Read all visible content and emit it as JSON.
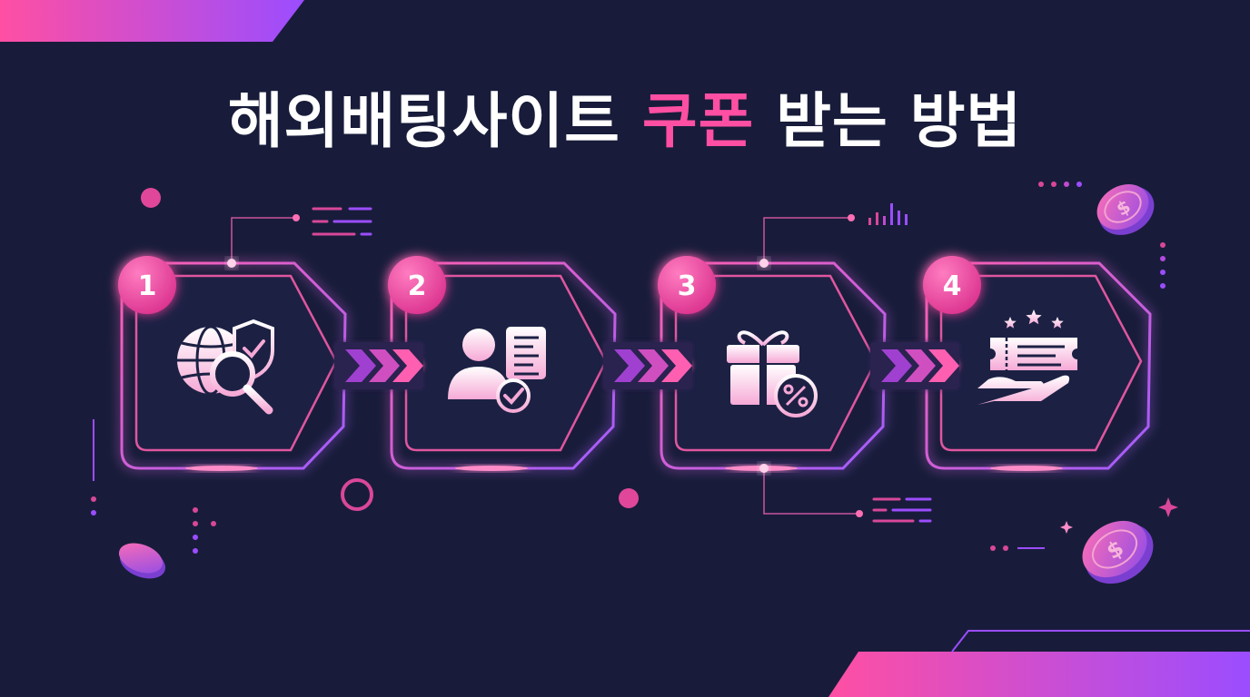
{
  "title": {
    "part1": "해외배팅사이트",
    "highlight": "쿠폰",
    "part2": "받는 방법"
  },
  "steps": [
    {
      "number": "1",
      "icon": "globe-search-shield-icon"
    },
    {
      "number": "2",
      "icon": "user-document-check-icon"
    },
    {
      "number": "3",
      "icon": "gift-percent-icon"
    },
    {
      "number": "4",
      "icon": "ticket-hand-stars-icon"
    }
  ],
  "colors": {
    "background": "#181c3a",
    "accent_pink": "#ff4fa3",
    "accent_purple": "#9b4dff",
    "panel": "#1c2144"
  }
}
